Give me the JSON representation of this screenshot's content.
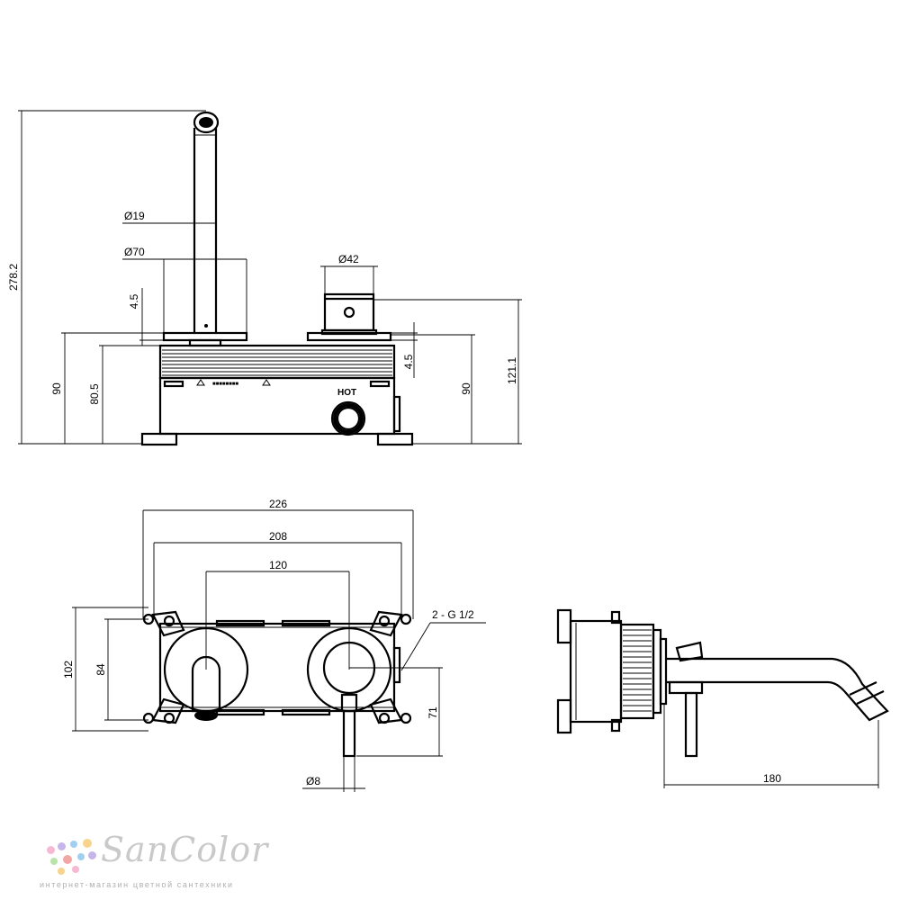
{
  "front_view": {
    "dim_height_total": "278.2",
    "dim_spout_diameter": "Ø19",
    "dim_base_diameter": "Ø70",
    "dim_spout_gap": "4.5",
    "dim_body_height_left": "90",
    "dim_body_height_inner": "80.5",
    "dim_handle_diameter": "Ø42",
    "dim_handle_gap": "4.5",
    "dim_body_height_right": "90",
    "dim_handle_height": "121.1",
    "label_hot": "HOT",
    "label_body_marking": "■■■■■■■■"
  },
  "plan_view": {
    "dim_width_outer": "226",
    "dim_width_inner": "208",
    "dim_center_distance": "120",
    "dim_height_outer": "102",
    "dim_height_inner": "84",
    "dim_lever_length": "71",
    "dim_lever_diameter": "Ø8",
    "label_connection": "2 - G 1/2"
  },
  "side_view": {
    "dim_projection": "180"
  },
  "brand": {
    "name": "SanColor",
    "tagline": "интернет-магазин цветной сантехники",
    "dot_colors": [
      "#f6b8d2",
      "#c6b5e8",
      "#9fd0f0",
      "#f7d38c",
      "#b9e3a9",
      "#f3a6a6"
    ]
  }
}
